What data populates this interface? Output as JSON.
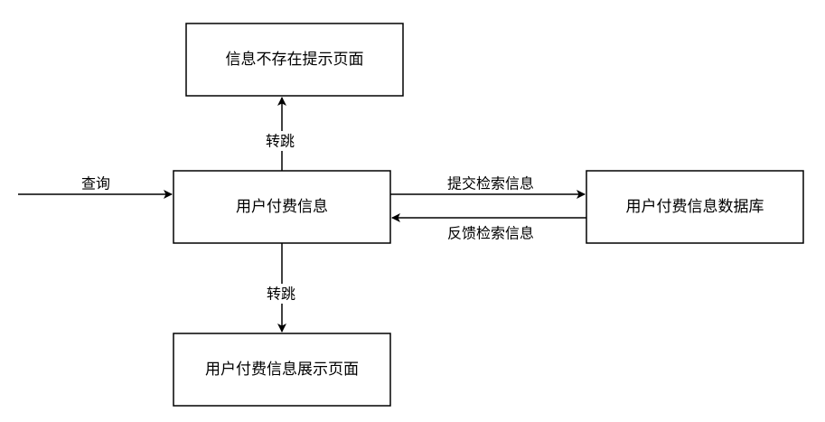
{
  "nodes": {
    "not_exist_page": "信息不存在提示页面",
    "user_payment": "用户付费信息",
    "payment_db": "用户付费信息数据库",
    "display_page": "用户付费信息展示页面"
  },
  "edges": {
    "query": "查询",
    "redirect_up": "转跳",
    "submit_search": "提交检索信息",
    "feedback_search": "反馈检索信息",
    "redirect_down": "转跳"
  },
  "colors": {
    "stroke": "#000000",
    "background": "#ffffff"
  }
}
